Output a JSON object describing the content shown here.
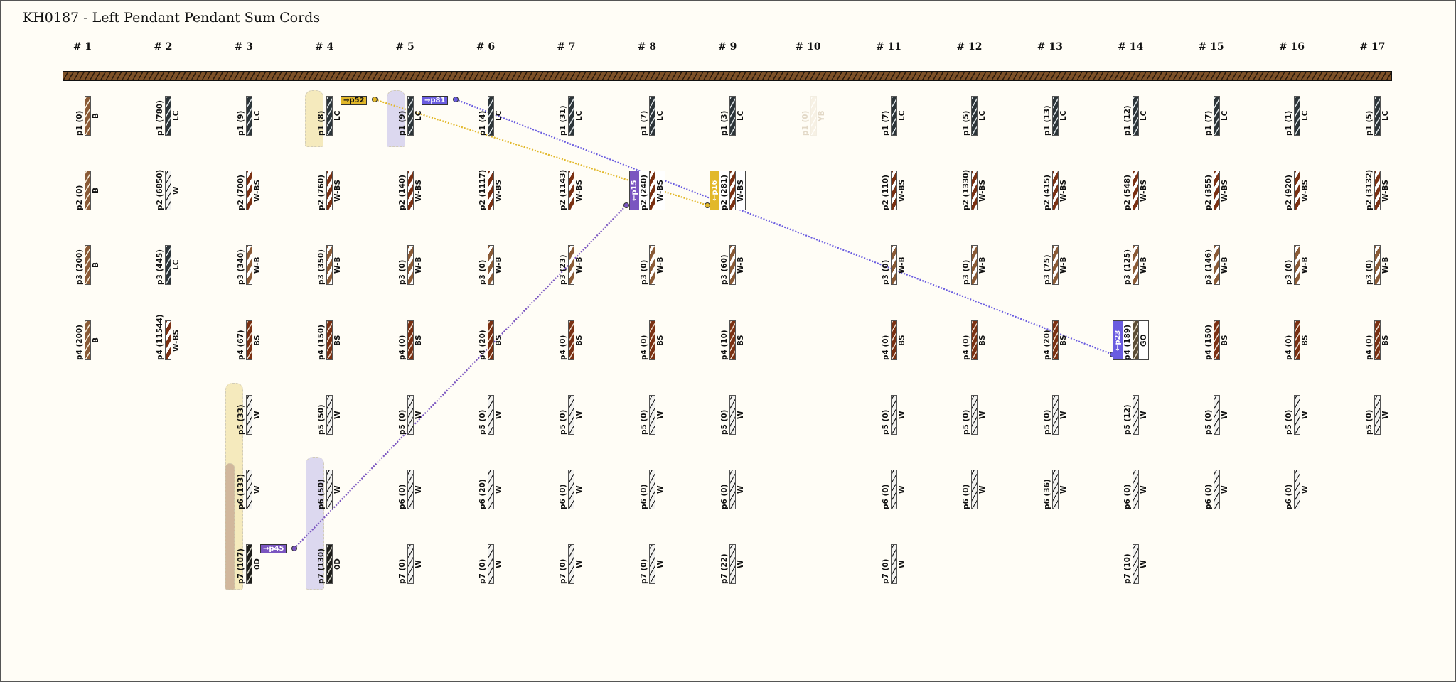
{
  "title": "KH0187 - Left Pendant Pendant Sum Cords",
  "colors": {
    "yellow": "#e2b82a",
    "purple": "#7a55c0",
    "blue": "#6a5ce0",
    "yellow_band": "#f3e6b0",
    "lavender_band": "#d4d0ee",
    "tan_band": "#c9ab94"
  },
  "columns": [
    {
      "header": "# 1",
      "pendants": [
        {
          "label": "p1 (0)",
          "code": "B"
        },
        {
          "label": "p2 (0)",
          "code": "B"
        },
        {
          "label": "p3 (200)",
          "code": "B"
        },
        {
          "label": "p4 (200)",
          "code": "B"
        }
      ]
    },
    {
      "header": "# 2",
      "pendants": [
        {
          "label": "p1 (780)",
          "code": "LC"
        },
        {
          "label": "p2 (6850)",
          "code": "W"
        },
        {
          "label": "p3 (445)",
          "code": "LC"
        },
        {
          "label": "p4 (11544)",
          "code": "W-BS"
        }
      ]
    },
    {
      "header": "# 3",
      "pendants": [
        {
          "label": "p1 (9)",
          "code": "LC"
        },
        {
          "label": "p2 (700)",
          "code": "W-BS"
        },
        {
          "label": "p3 (340)",
          "code": "W-B"
        },
        {
          "label": "p4 (67)",
          "code": "BS"
        },
        {
          "label": "p5 (33)",
          "code": "W"
        },
        {
          "label": "p6 (133)",
          "code": "W"
        },
        {
          "label": "p7 (107)",
          "code": "0D"
        }
      ]
    },
    {
      "header": "# 4",
      "pendants": [
        {
          "label": "p1 (8)",
          "code": "LC"
        },
        {
          "label": "p2 (760)",
          "code": "W-BS"
        },
        {
          "label": "p3 (350)",
          "code": "W-B"
        },
        {
          "label": "p4 (150)",
          "code": "BS"
        },
        {
          "label": "p5 (50)",
          "code": "W"
        },
        {
          "label": "p6 (50)",
          "code": "W"
        },
        {
          "label": "p7 (130)",
          "code": "0D"
        }
      ]
    },
    {
      "header": "# 5",
      "pendants": [
        {
          "label": "p1 (9)",
          "code": "LC"
        },
        {
          "label": "p2 (140)",
          "code": "W-BS"
        },
        {
          "label": "p3 (0)",
          "code": "W-B"
        },
        {
          "label": "p4 (0)",
          "code": "BS"
        },
        {
          "label": "p5 (0)",
          "code": "W"
        },
        {
          "label": "p6 (0)",
          "code": "W"
        },
        {
          "label": "p7 (0)",
          "code": "W"
        }
      ]
    },
    {
      "header": "# 6",
      "pendants": [
        {
          "label": "p1 (4)",
          "code": "LC"
        },
        {
          "label": "p2 (1117)",
          "code": "W-BS"
        },
        {
          "label": "p3 (0)",
          "code": "W-B"
        },
        {
          "label": "p4 (20)",
          "code": "BS"
        },
        {
          "label": "p5 (0)",
          "code": "W"
        },
        {
          "label": "p6 (20)",
          "code": "W"
        },
        {
          "label": "p7 (0)",
          "code": "W"
        }
      ]
    },
    {
      "header": "# 7",
      "pendants": [
        {
          "label": "p1 (31)",
          "code": "LC"
        },
        {
          "label": "p2 (1143)",
          "code": "W-BS"
        },
        {
          "label": "p3 (23)",
          "code": "W-B"
        },
        {
          "label": "p4 (0)",
          "code": "BS"
        },
        {
          "label": "p5 (0)",
          "code": "W"
        },
        {
          "label": "p6 (0)",
          "code": "W"
        },
        {
          "label": "p7 (0)",
          "code": "W"
        }
      ]
    },
    {
      "header": "# 8",
      "pendants": [
        {
          "label": "p1 (7)",
          "code": "LC"
        },
        {
          "label": "p2 (240)",
          "code": "W-BS",
          "sum": "←p15",
          "sum_color": "purple"
        },
        {
          "label": "p3 (0)",
          "code": "W-B"
        },
        {
          "label": "p4 (0)",
          "code": "BS"
        },
        {
          "label": "p5 (0)",
          "code": "W"
        },
        {
          "label": "p6 (0)",
          "code": "W"
        },
        {
          "label": "p7 (0)",
          "code": "W"
        }
      ]
    },
    {
      "header": "# 9",
      "pendants": [
        {
          "label": "p1 (3)",
          "code": "LC"
        },
        {
          "label": "p2 (281)",
          "code": "W-BS",
          "sum": "←p16",
          "sum_color": "yellow"
        },
        {
          "label": "p3 (60)",
          "code": "W-B"
        },
        {
          "label": "p4 (10)",
          "code": "BS"
        },
        {
          "label": "p5 (0)",
          "code": "W"
        },
        {
          "label": "p6 (0)",
          "code": "W"
        },
        {
          "label": "p7 (22)",
          "code": "W"
        }
      ]
    },
    {
      "header": "# 10",
      "pendants": [
        {
          "label": "p1 (0)",
          "code": "YB",
          "faded": true
        }
      ]
    },
    {
      "header": "# 11",
      "pendants": [
        {
          "label": "p1 (7)",
          "code": "LC"
        },
        {
          "label": "p2 (110)",
          "code": "W-BS"
        },
        {
          "label": "p3 (0)",
          "code": "W-B"
        },
        {
          "label": "p4 (0)",
          "code": "BS"
        },
        {
          "label": "p5 (0)",
          "code": "W"
        },
        {
          "label": "p6 (0)",
          "code": "W"
        },
        {
          "label": "p7 (0)",
          "code": "W"
        }
      ]
    },
    {
      "header": "# 12",
      "pendants": [
        {
          "label": "p1 (5)",
          "code": "LC"
        },
        {
          "label": "p2 (1330)",
          "code": "W-BS"
        },
        {
          "label": "p3 (0)",
          "code": "W-B"
        },
        {
          "label": "p4 (0)",
          "code": "BS"
        },
        {
          "label": "p5 (0)",
          "code": "W"
        },
        {
          "label": "p6 (0)",
          "code": "W"
        }
      ]
    },
    {
      "header": "# 13",
      "pendants": [
        {
          "label": "p1 (13)",
          "code": "LC"
        },
        {
          "label": "p2 (415)",
          "code": "W-BS"
        },
        {
          "label": "p3 (75)",
          "code": "W-B"
        },
        {
          "label": "p4 (20)",
          "code": "BS"
        },
        {
          "label": "p5 (0)",
          "code": "W"
        },
        {
          "label": "p6 (36)",
          "code": "W"
        }
      ]
    },
    {
      "header": "# 14",
      "pendants": [
        {
          "label": "p1 (12)",
          "code": "LC"
        },
        {
          "label": "p2 (548)",
          "code": "W-BS"
        },
        {
          "label": "p3 (125)",
          "code": "W-B"
        },
        {
          "label": "p4 (189)",
          "code": "GO",
          "sum": "←p23",
          "sum_color": "blue"
        },
        {
          "label": "p5 (12)",
          "code": "W"
        },
        {
          "label": "p6 (0)",
          "code": "W"
        },
        {
          "label": "p7 (10)",
          "code": "W"
        }
      ]
    },
    {
      "header": "# 15",
      "pendants": [
        {
          "label": "p1 (7)",
          "code": "LC"
        },
        {
          "label": "p2 (355)",
          "code": "W-BS"
        },
        {
          "label": "p3 (146)",
          "code": "W-B"
        },
        {
          "label": "p4 (150)",
          "code": "BS"
        },
        {
          "label": "p5 (0)",
          "code": "W"
        },
        {
          "label": "p6 (0)",
          "code": "W"
        }
      ]
    },
    {
      "header": "# 16",
      "pendants": [
        {
          "label": "p1 (1)",
          "code": "LC"
        },
        {
          "label": "p2 (920)",
          "code": "W-BS"
        },
        {
          "label": "p3 (0)",
          "code": "W-B"
        },
        {
          "label": "p4 (0)",
          "code": "BS"
        },
        {
          "label": "p5 (0)",
          "code": "W"
        },
        {
          "label": "p6 (0)",
          "code": "W"
        }
      ]
    },
    {
      "header": "# 17",
      "pendants": [
        {
          "label": "p1 (5)",
          "code": "LC"
        },
        {
          "label": "p2 (3132)",
          "code": "W-BS"
        },
        {
          "label": "p3 (0)",
          "code": "W-B"
        },
        {
          "label": "p4 (0)",
          "code": "BS"
        },
        {
          "label": "p5 (0)",
          "code": "W"
        }
      ]
    }
  ],
  "source_tags": [
    {
      "label": "→p52",
      "color": "yellow"
    },
    {
      "label": "→p81",
      "color": "blue"
    },
    {
      "label": "→p45",
      "color": "purple"
    }
  ]
}
